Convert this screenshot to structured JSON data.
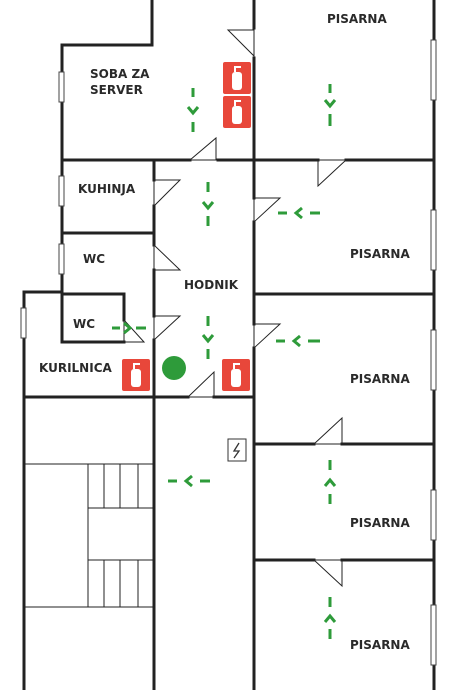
{
  "rooms": {
    "pisarna_1": "PISARNA",
    "soba_za_server_line1": "SOBA ZA",
    "soba_za_server_line2": "SERVER",
    "kuhinja": "KUHINJA",
    "pisarna_2": "PISARNA",
    "wc_1": "WC",
    "hodnik": "HODNIK",
    "wc_2": "WC",
    "kurilnica": "KURILNICA",
    "pisarna_3": "PISARNA",
    "pisarna_4": "PISARNA",
    "pisarna_5": "PISARNA"
  },
  "icons": {
    "fire_extinguisher": "fire-extinguisher-icon",
    "assembly_point": "green-circle-icon",
    "electrical_panel": "electrical-panel-icon",
    "evacuation_arrow": "evacuation-arrow-icon"
  },
  "colors": {
    "walls": "#222222",
    "extinguisher": "#e8473a",
    "evacuation": "#2e9b3a"
  }
}
